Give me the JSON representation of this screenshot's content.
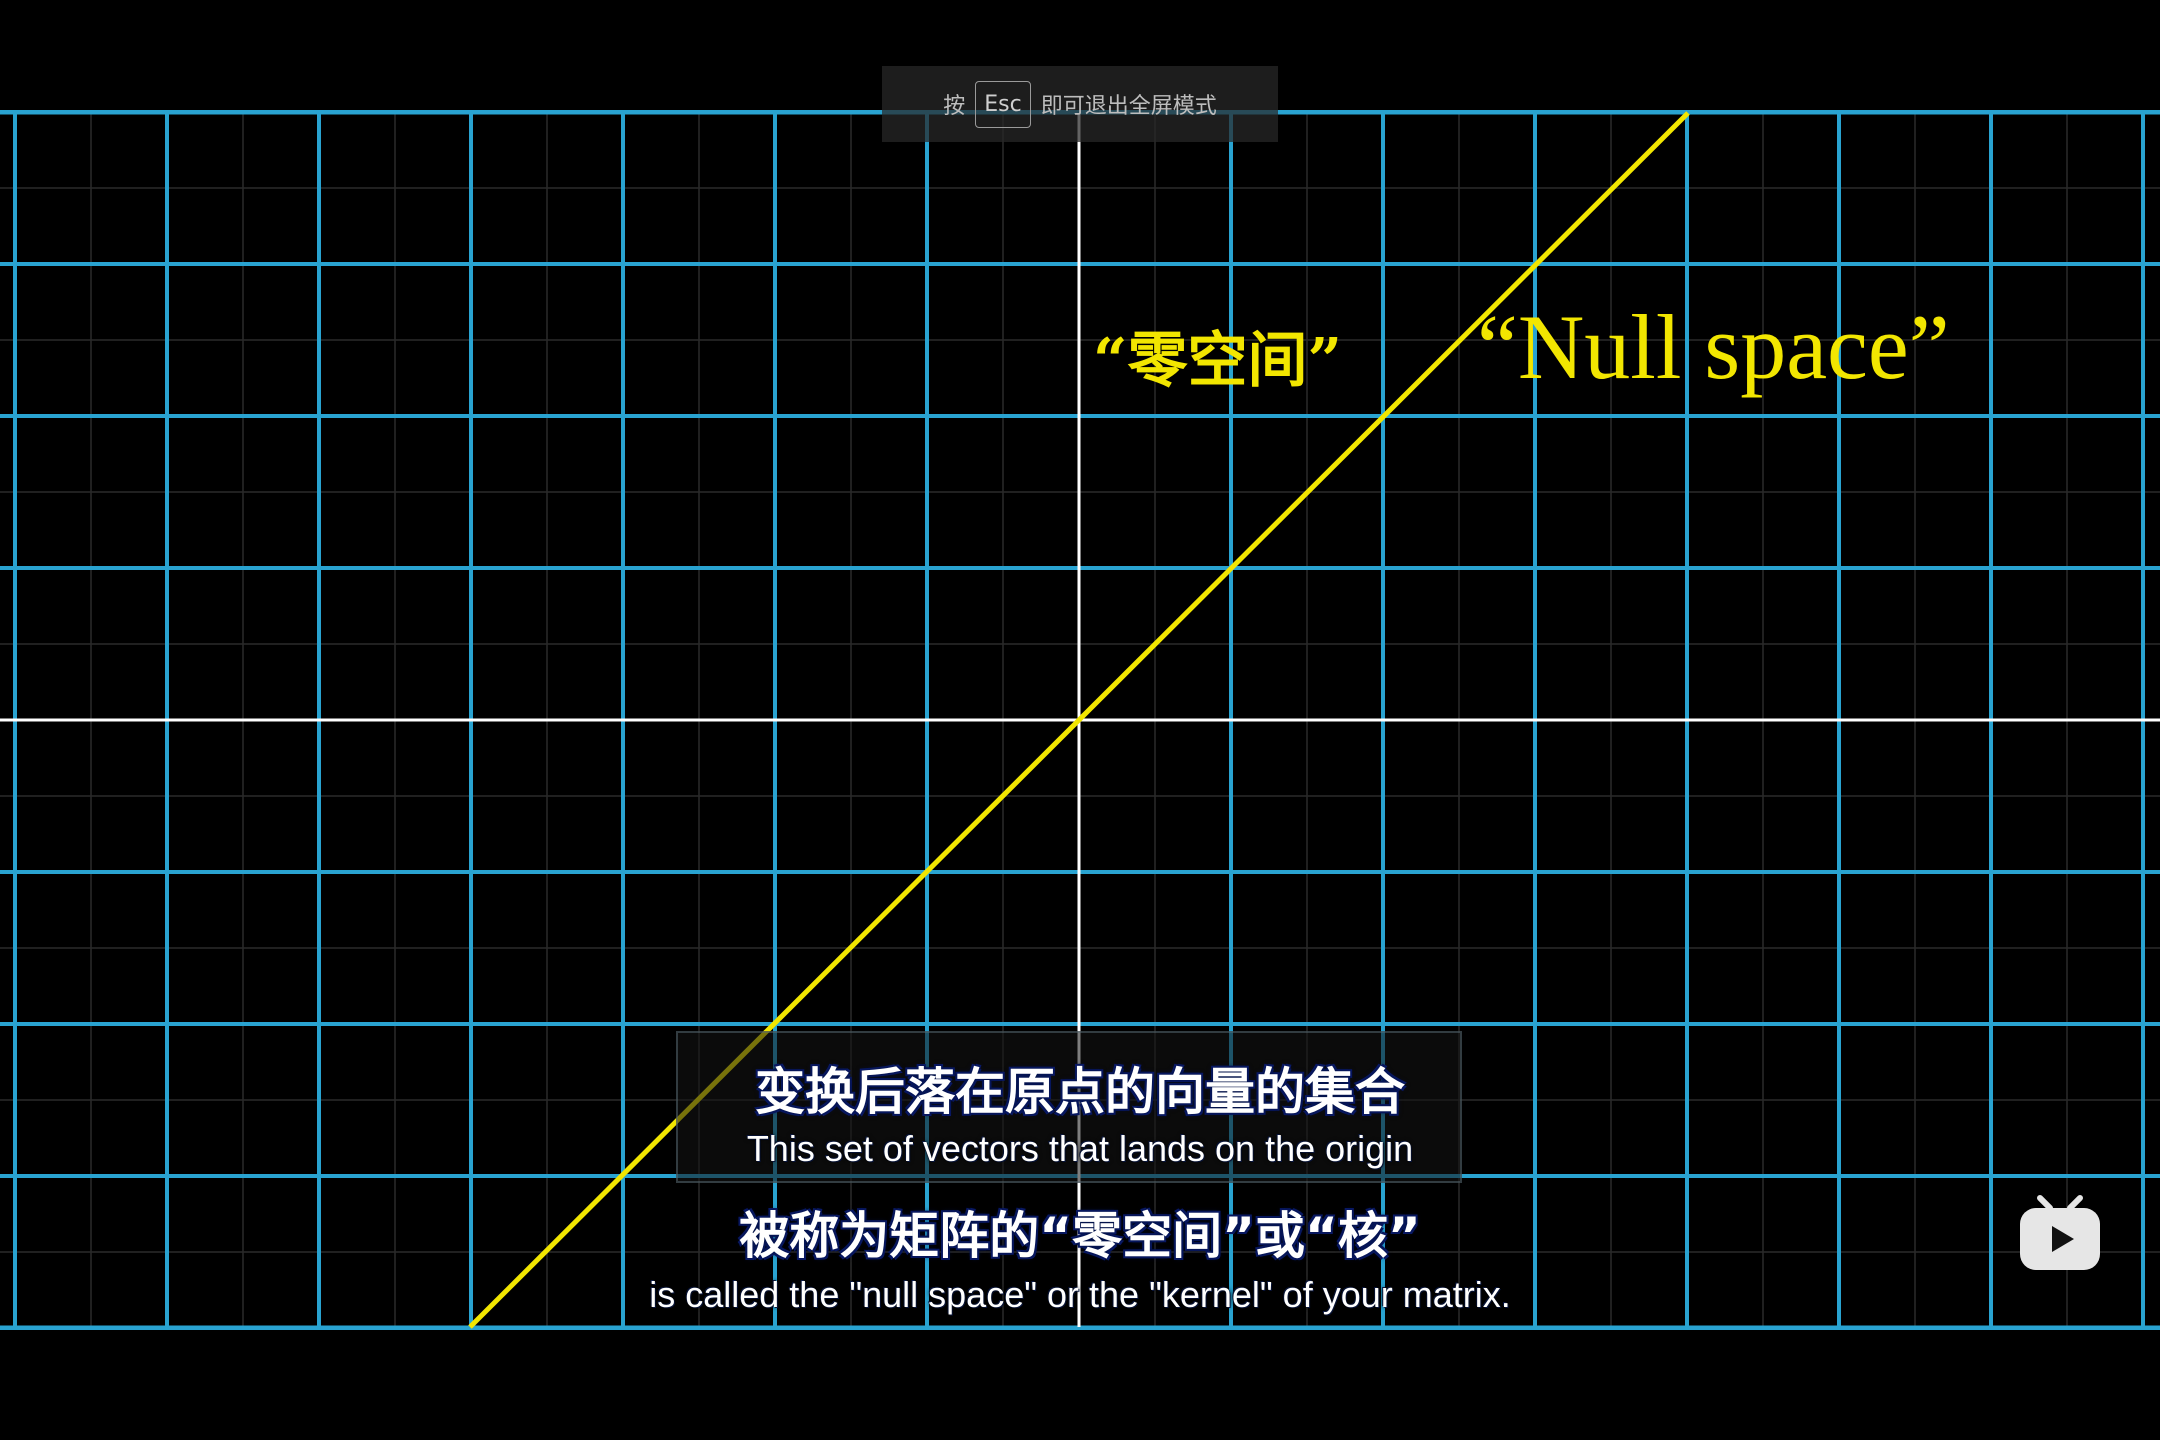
{
  "fullscreen_hint": {
    "prefix": "按",
    "key": "Esc",
    "suffix": "即可退出全屏模式"
  },
  "scene": {
    "label_cn": "“零空间”",
    "label_en": "“Null space”",
    "line_color": "#f2e600",
    "grid_color": "#29a3d1",
    "axis_color": "#ffffff"
  },
  "subtitles": [
    {
      "cn": "变换后落在原点的向量的集合",
      "en": "This set of vectors that lands on the origin"
    },
    {
      "cn": "被称为矩阵的“零空间”或“核”",
      "en": "is called the \"null space\" or the \"kernel\" of your matrix."
    }
  ],
  "player": {
    "logo_icon": "bilibili-tv-icon"
  }
}
